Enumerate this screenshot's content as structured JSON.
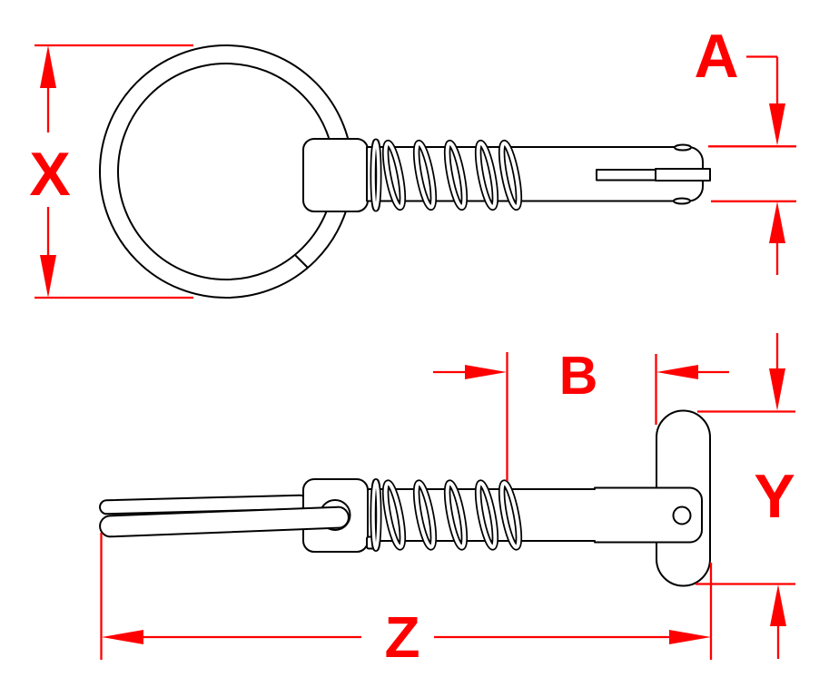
{
  "page": {
    "background_color": "#ffffff"
  },
  "drawing": {
    "subject": "quick-release-pin-with-pull-ring-technical-drawing",
    "part_line_color": "#000000",
    "dimension_color": "#ff0000",
    "dimension_labels": {
      "x": "X",
      "a": "A",
      "b": "B",
      "y": "Y",
      "z": "Z"
    }
  }
}
